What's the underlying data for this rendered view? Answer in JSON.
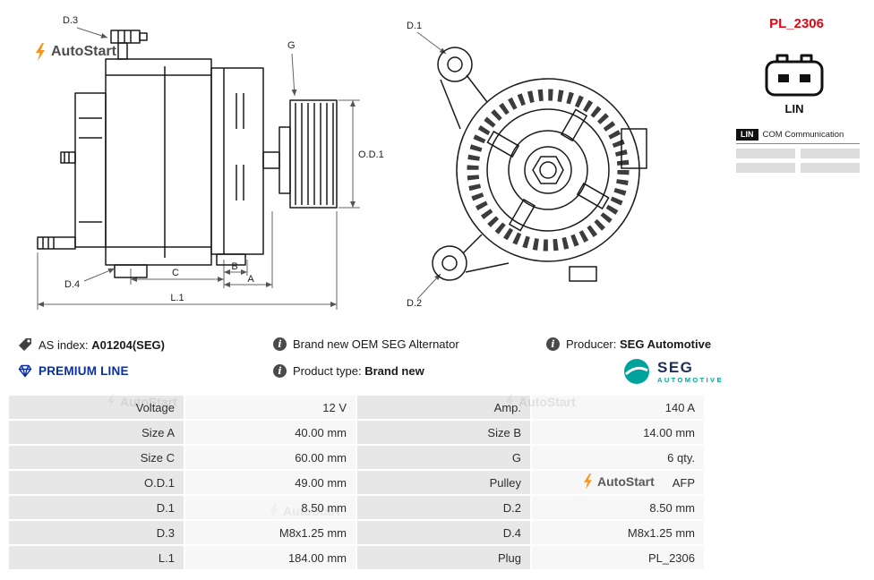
{
  "brand": {
    "name_part1": "Auto",
    "name_part2": "Start"
  },
  "header": {
    "part_code": "PL_2306",
    "connector_type": "LIN",
    "comm": {
      "tag": "LIN",
      "label": "COM Communication"
    }
  },
  "drawing": {
    "side_view_labels": {
      "d3": "D.3",
      "g": "G",
      "od1": "O.D.1",
      "d4": "D.4",
      "c": "C",
      "b": "B",
      "a": "A",
      "l1": "L.1"
    },
    "front_view_labels": {
      "d1": "D.1",
      "d2": "D.2"
    }
  },
  "info": {
    "as_index_label": "AS index:",
    "as_index_value": "A01204(SEG)",
    "oem_note": "Brand new OEM SEG Alternator",
    "producer_label": "Producer:",
    "producer_value": "SEG Automotive",
    "premium_line": "PREMIUM LINE",
    "product_type_label": "Product type:",
    "product_type_value": "Brand new"
  },
  "seg_logo": {
    "name": "SEG",
    "sub": "AUTOMOTIVE"
  },
  "icons": {
    "info_icon": "i",
    "tag_icon": "tag-shape",
    "diamond_icon": "gem-outline",
    "lightning_bolt_icon": "orange-bolt",
    "connector_icon": "2-pin-plug-outline"
  },
  "colors": {
    "accent_red": "#e30613",
    "premium_blue": "#0b2f9e",
    "brand_orange": "#f7941d",
    "seg_teal": "#00a39b",
    "seg_navy": "#1d2e57",
    "table_label_bg": "#e7e7e7",
    "table_value_bg": "#f7f7f7"
  },
  "spec_table": {
    "rows": [
      {
        "label1": "Voltage",
        "value1": "12 V",
        "label2": "Amp.",
        "value2": "140 A"
      },
      {
        "label1": "Size A",
        "value1": "40.00 mm",
        "label2": "Size B",
        "value2": "14.00 mm"
      },
      {
        "label1": "Size C",
        "value1": "60.00 mm",
        "label2": "G",
        "value2": "6 qty."
      },
      {
        "label1": "O.D.1",
        "value1": "49.00 mm",
        "label2": "Pulley",
        "value2": "AFP"
      },
      {
        "label1": "D.1",
        "value1": "8.50 mm",
        "label2": "D.2",
        "value2": "8.50 mm"
      },
      {
        "label1": "D.3",
        "value1": "M8x1.25 mm",
        "label2": "D.4",
        "value2": "M8x1.25 mm"
      },
      {
        "label1": "L.1",
        "value1": "184.00 mm",
        "label2": "Plug",
        "value2": "PL_2306"
      }
    ]
  }
}
